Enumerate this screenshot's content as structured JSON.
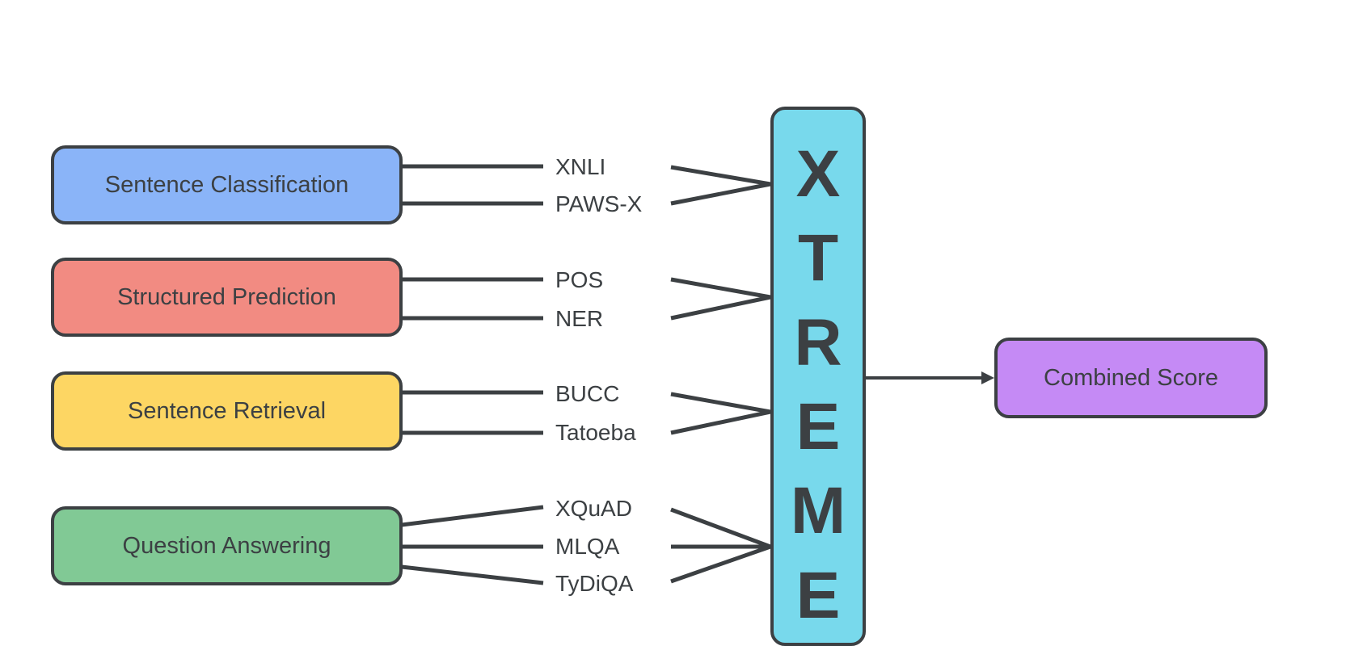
{
  "diagram": {
    "title_letters": [
      "X",
      "T",
      "R",
      "E",
      "M",
      "E"
    ],
    "title": "XTREME",
    "colors": {
      "outline": "#3c4043",
      "xtreme_bar": "#78d9ec",
      "combined_score": "#c58af5"
    },
    "categories": [
      {
        "label": "Sentence Classification",
        "color": "#8ab4f8",
        "tasks": [
          "XNLI",
          "PAWS-X"
        ]
      },
      {
        "label": "Structured Prediction",
        "color": "#f28b82",
        "tasks": [
          "POS",
          "NER"
        ]
      },
      {
        "label": "Sentence Retrieval",
        "color": "#fdd663",
        "tasks": [
          "BUCC",
          "Tatoeba"
        ]
      },
      {
        "label": "Question Answering",
        "color": "#81c995",
        "tasks": [
          "XQuAD",
          "MLQA",
          "TyDiQA"
        ]
      }
    ],
    "output": {
      "label": "Combined Score"
    }
  }
}
